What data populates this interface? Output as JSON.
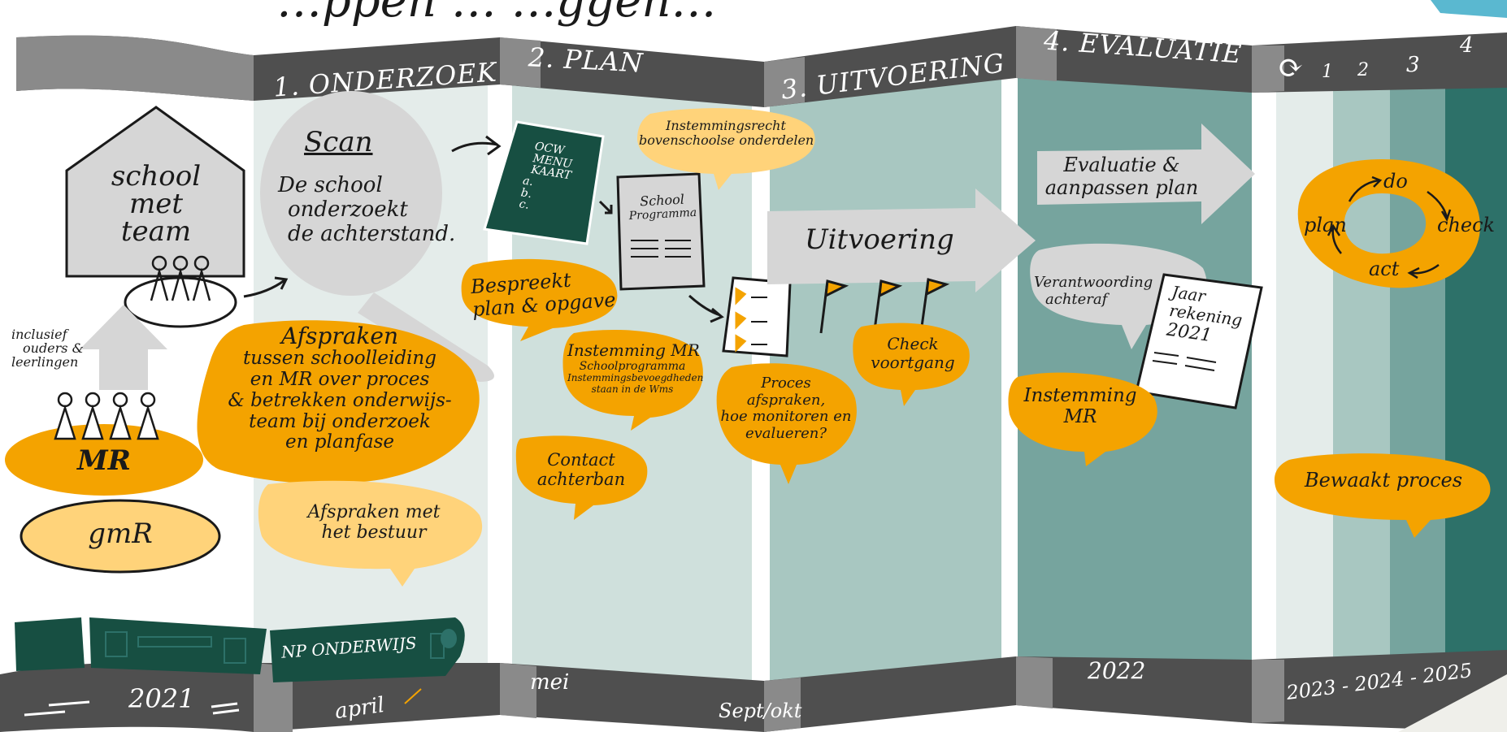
{
  "colors": {
    "band": "#4f4f4f",
    "stage1_bg": "#e4ecea",
    "stage2_bg": "#cfe0dc",
    "stage3_bg": "#a8c7c1",
    "stage4_bg": "#76a49e",
    "stage5_dark": "#2d7169",
    "orange": "#f4a300",
    "light_orange": "#ffd37a",
    "grey": "#d6d6d6",
    "dark_green": "#174f42",
    "cyan": "#5ab8d0"
  },
  "header_title": "…ppen … …ggen…",
  "phases": [
    {
      "id": "onderzoek",
      "label": "1. ONDERZOEK"
    },
    {
      "id": "plan",
      "label": "2. PLAN"
    },
    {
      "id": "uitvoering",
      "label": "3. UITVOERING"
    },
    {
      "id": "evaluatie",
      "label": "4. EVALUATIE"
    }
  ],
  "cycle_steps": [
    "1",
    "2",
    "3",
    "4"
  ],
  "cycle_icon": "refresh-cycle-icon",
  "school": {
    "line1": "school",
    "line2": "met",
    "line3": "team"
  },
  "side_note": {
    "line1": "inclusief",
    "line2": "ouders &",
    "line3": "leerlingen"
  },
  "mr_label": "MR",
  "gmr_label": "gmR",
  "scan": {
    "title": "Scan",
    "line1": "De school",
    "line2": "onderzoekt",
    "line3": "de achterstand."
  },
  "afspraken_proces": {
    "l1": "Afspraken",
    "l2": "tussen schoolleiding",
    "l3": "en MR over proces",
    "l4": "& betrekken onderwijs-",
    "l5": "team bij onderzoek",
    "l6": "en planfase"
  },
  "afspraken_bestuur": {
    "l1": "Afspraken met",
    "l2": "het bestuur"
  },
  "menu_card": {
    "l1": "OCW",
    "l2": "MENU",
    "l3": "KAART",
    "l4": "a.",
    "l5": "b.",
    "l6": "c."
  },
  "school_programma": {
    "l1": "School",
    "l2": "Programma"
  },
  "instemmingsrecht": {
    "l1": "Instemmingsrecht",
    "l2": "bovenschoolse onderdelen"
  },
  "bespreekt": {
    "l1": "Bespreekt",
    "l2": "plan & opgave"
  },
  "instemming_mr_plan": {
    "l1": "Instemming MR",
    "l2": "Schoolprogramma",
    "l3": "Instemmingsbevoegdheden",
    "l4": "staan in de Wms"
  },
  "contact": {
    "l1": "Contact",
    "l2": "achterban"
  },
  "uitvoering_arrow": "Uitvoering",
  "check_voortgang": {
    "l1": "Check",
    "l2": "voortgang"
  },
  "proces_afspraken": {
    "l1": "Proces",
    "l2": "afspraken,",
    "l3": "hoe monitoren en",
    "l4": "evalueren?"
  },
  "evaluatie_arrow": {
    "l1": "Evaluatie &",
    "l2": "aanpassen plan"
  },
  "verantwoording": {
    "l1": "Verantwoording",
    "l2": "achteraf"
  },
  "jaarrekening": {
    "l1": "Jaar",
    "l2": "rekening",
    "l3": "2021"
  },
  "instemming_mr_eval": {
    "l1": "Instemming",
    "l2": "MR"
  },
  "pdca": {
    "plan": "plan",
    "do": "do",
    "check": "check",
    "act": "act"
  },
  "bewaakt": "Bewaakt proces",
  "train_label": "NP ONDERWIJS",
  "timeline": {
    "y2021": "2021",
    "april": "april",
    "mei": "mei",
    "sept": "Sept/okt",
    "y2022": "2022",
    "years": "2023 - 2024 - 2025"
  }
}
